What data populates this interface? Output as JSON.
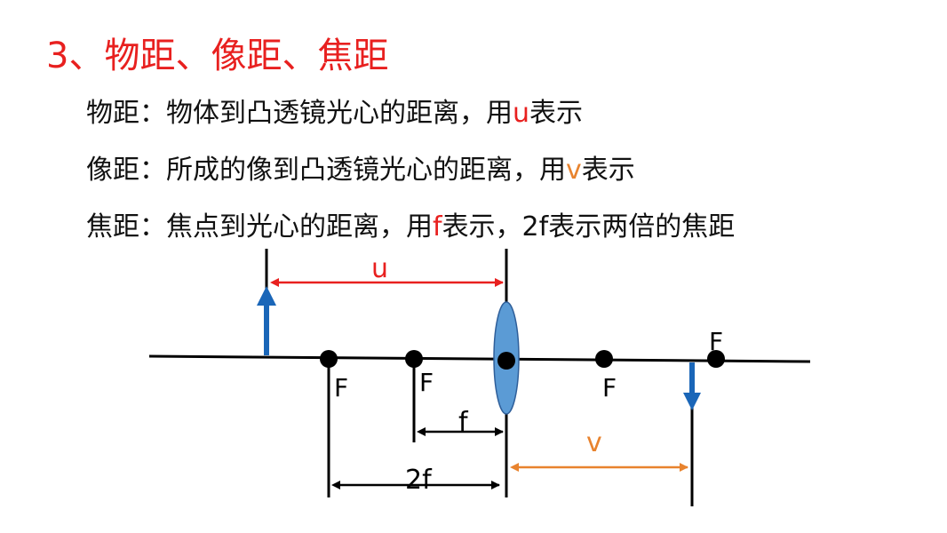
{
  "title": "3、物距、像距、焦距",
  "definitions": {
    "object_distance": {
      "prefix": "物距：物体到凸透镜光心的距离，用",
      "symbol": "u",
      "suffix": "表示"
    },
    "image_distance": {
      "prefix": "像距：所成的像到凸透镜光心的距离，用",
      "symbol": "v",
      "suffix": "表示"
    },
    "focal_length": {
      "prefix": "焦距：焦点到光心的距离，用",
      "symbol": "f",
      "suffix": "表示，2f表示两倍的焦距"
    }
  },
  "diagram": {
    "labels": {
      "u": "u",
      "v": "v",
      "f": "f",
      "two_f": "2f",
      "focus_1": "F",
      "focus_2": "F",
      "focus_3": "F",
      "focus_4": "F"
    },
    "colors": {
      "u_color": "#e8201f",
      "v_color": "#e8832e",
      "arrow_color": "#1a66b8",
      "lens_fill": "#5b9bd5",
      "lens_stroke": "#2f5f9a",
      "line_color": "#000000"
    }
  }
}
